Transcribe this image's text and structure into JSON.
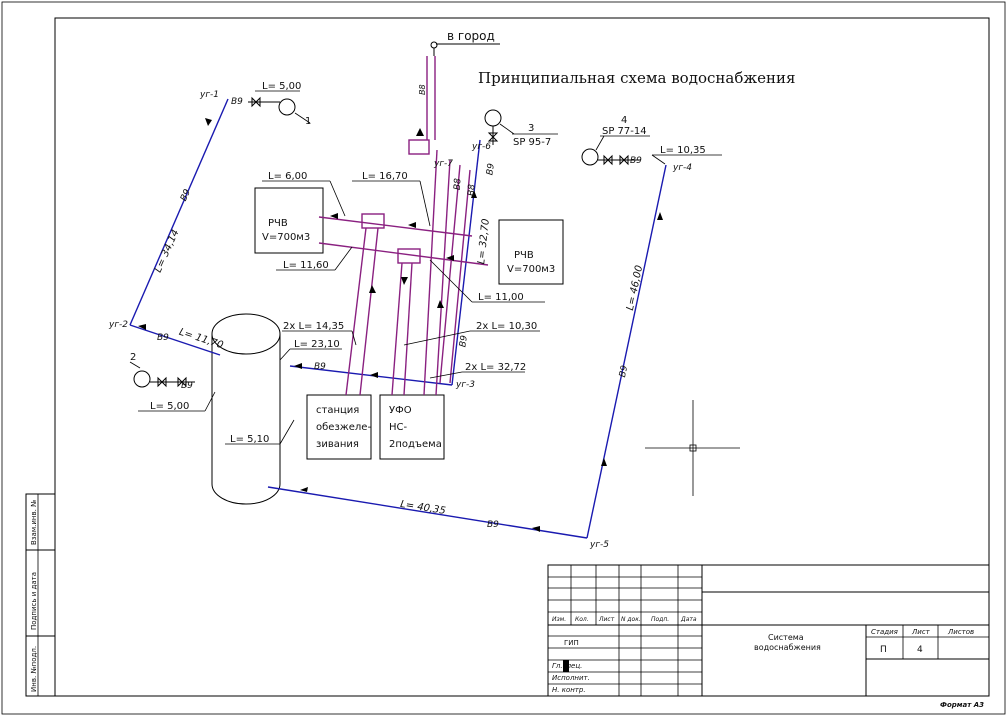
{
  "title": "Принципиальная схема водоснабжения",
  "to_city": "в город",
  "tanks": {
    "name": "РЧВ",
    "volume": "V=700м3"
  },
  "stations": {
    "iron_removal": [
      "станция",
      "обезжеле-",
      "зивания"
    ],
    "uv_pump": [
      "УФО",
      "НС-",
      "2подъема"
    ]
  },
  "nodes": [
    "уг-1",
    "уг-2",
    "уг-3",
    "уг-4",
    "уг-5",
    "уг-6",
    "уг-7"
  ],
  "pipe_code": "В9",
  "pipe_code_b8": "В8",
  "lengths": {
    "l1": "L= 5,00",
    "l2": "L= 34,14",
    "l3": "L= 11,70",
    "l4": "L= 5,00",
    "l5": "L= 5,10",
    "l6": "L= 40,35",
    "l7": "L= 46,00",
    "l8": "L= 10,35",
    "l9": "L= 6,00",
    "l10": "L= 16,70",
    "l11": "L= 11,60",
    "l12": "L= 32,70",
    "l13": "L= 11,00",
    "l14": "2х L= 14,35",
    "l15": "L= 23,10",
    "l16": "2х L= 10,30",
    "l17": "2х L= 32,72"
  },
  "wells": {
    "w1": "1",
    "w2": "2",
    "w3": "3",
    "w3_code": "SP 95-7",
    "w4": "4",
    "w4_code": "SP 77-14"
  },
  "side_stamp": [
    "Взам.инв. №",
    "Подпись и дата",
    "Инв. №подл."
  ],
  "title_block": {
    "headers": [
      "Изм.",
      "Кол.",
      "Лист",
      "N док.",
      "Подп.",
      "Дата"
    ],
    "gip": "ГИП",
    "gl_spec": "Гл.спец.",
    "ispoln": "Исполнит.",
    "n_kontr": "Н. контр.",
    "doc_title": [
      "Система",
      "водоснабжения"
    ],
    "stage_h": "Стадия",
    "sheet_h": "Лист",
    "sheets_h": "Листов",
    "stage": "П",
    "sheet": "4"
  },
  "format": "Формат А3"
}
